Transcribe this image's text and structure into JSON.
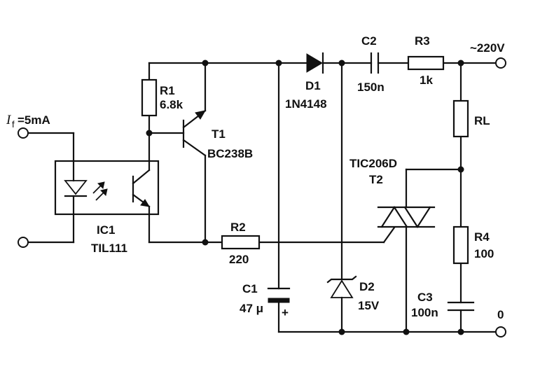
{
  "labels": {
    "r1_name": "R1",
    "r1_value": "6.8k",
    "t1_name": "T1",
    "t1_part": "BC238B",
    "d1_name": "D1",
    "d1_part": "1N4148",
    "c2_name": "C2",
    "c2_value": "150n",
    "r3_name": "R3",
    "r3_value": "1k",
    "supply": "~220V",
    "rl_name": "RL",
    "triac_part": "TIC206D",
    "t2_name": "T2",
    "r4_name": "R4",
    "r4_value": "100",
    "r2_name": "R2",
    "r2_value": "220",
    "c1_name": "C1",
    "c1_value": "47 μ",
    "c1_plus": "+",
    "d2_name": "D2",
    "d2_value": "15V",
    "c3_name": "C3",
    "c3_value": "100n",
    "ground": "0",
    "ic1_name": "IC1",
    "ic1_part": "TIL111",
    "if_symbol": "I",
    "if_sub": "f",
    "if_value": "=5mA"
  }
}
